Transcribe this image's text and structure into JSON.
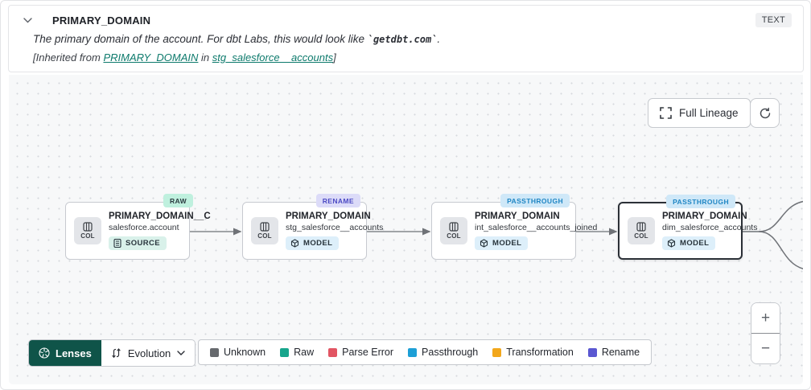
{
  "header": {
    "title": "PRIMARY_DOMAIN",
    "type_badge": "TEXT",
    "description_prefix": "The primary domain of the account. For dbt Labs, this would look like ",
    "description_code": "`getdbt.com`",
    "description_suffix": ".",
    "inherited_prefix": "[Inherited from ",
    "inherited_link_column": "PRIMARY_DOMAIN",
    "inherited_middle": " in ",
    "inherited_link_model": "stg_salesforce__accounts",
    "inherited_suffix": "]"
  },
  "toolbar": {
    "full_lineage_label": "Full Lineage"
  },
  "nodes": [
    {
      "tag": "RAW",
      "title": "PRIMARY_DOMAIN__C",
      "subtitle": "salesforce.account",
      "col_label": "COL",
      "badge": "SOURCE"
    },
    {
      "tag": "RENAME",
      "title": "PRIMARY_DOMAIN",
      "subtitle": "stg_salesforce__accounts",
      "col_label": "COL",
      "badge": "MODEL"
    },
    {
      "tag": "PASSTHROUGH",
      "title": "PRIMARY_DOMAIN",
      "subtitle": "int_salesforce__accounts_joined",
      "col_label": "COL",
      "badge": "MODEL"
    },
    {
      "tag": "PASSTHROUGH",
      "title": "PRIMARY_DOMAIN",
      "subtitle": "dim_salesforce_accounts",
      "col_label": "COL",
      "badge": "MODEL"
    }
  ],
  "footer": {
    "lenses_label": "Lenses",
    "lens_selected": "Evolution",
    "legend": [
      {
        "label": "Unknown",
        "color": "#66696d"
      },
      {
        "label": "Raw",
        "color": "#17a58c"
      },
      {
        "label": "Parse Error",
        "color": "#e25563"
      },
      {
        "label": "Passthrough",
        "color": "#1d9fd6"
      },
      {
        "label": "Transformation",
        "color": "#f2a71b"
      },
      {
        "label": "Rename",
        "color": "#5a57d1"
      }
    ],
    "zoom_in": "+",
    "zoom_out": "−"
  },
  "colors": {
    "accent_teal": "#0d7a6c",
    "lenses_bg": "#0f5449",
    "edge_gray": "#84878c"
  }
}
